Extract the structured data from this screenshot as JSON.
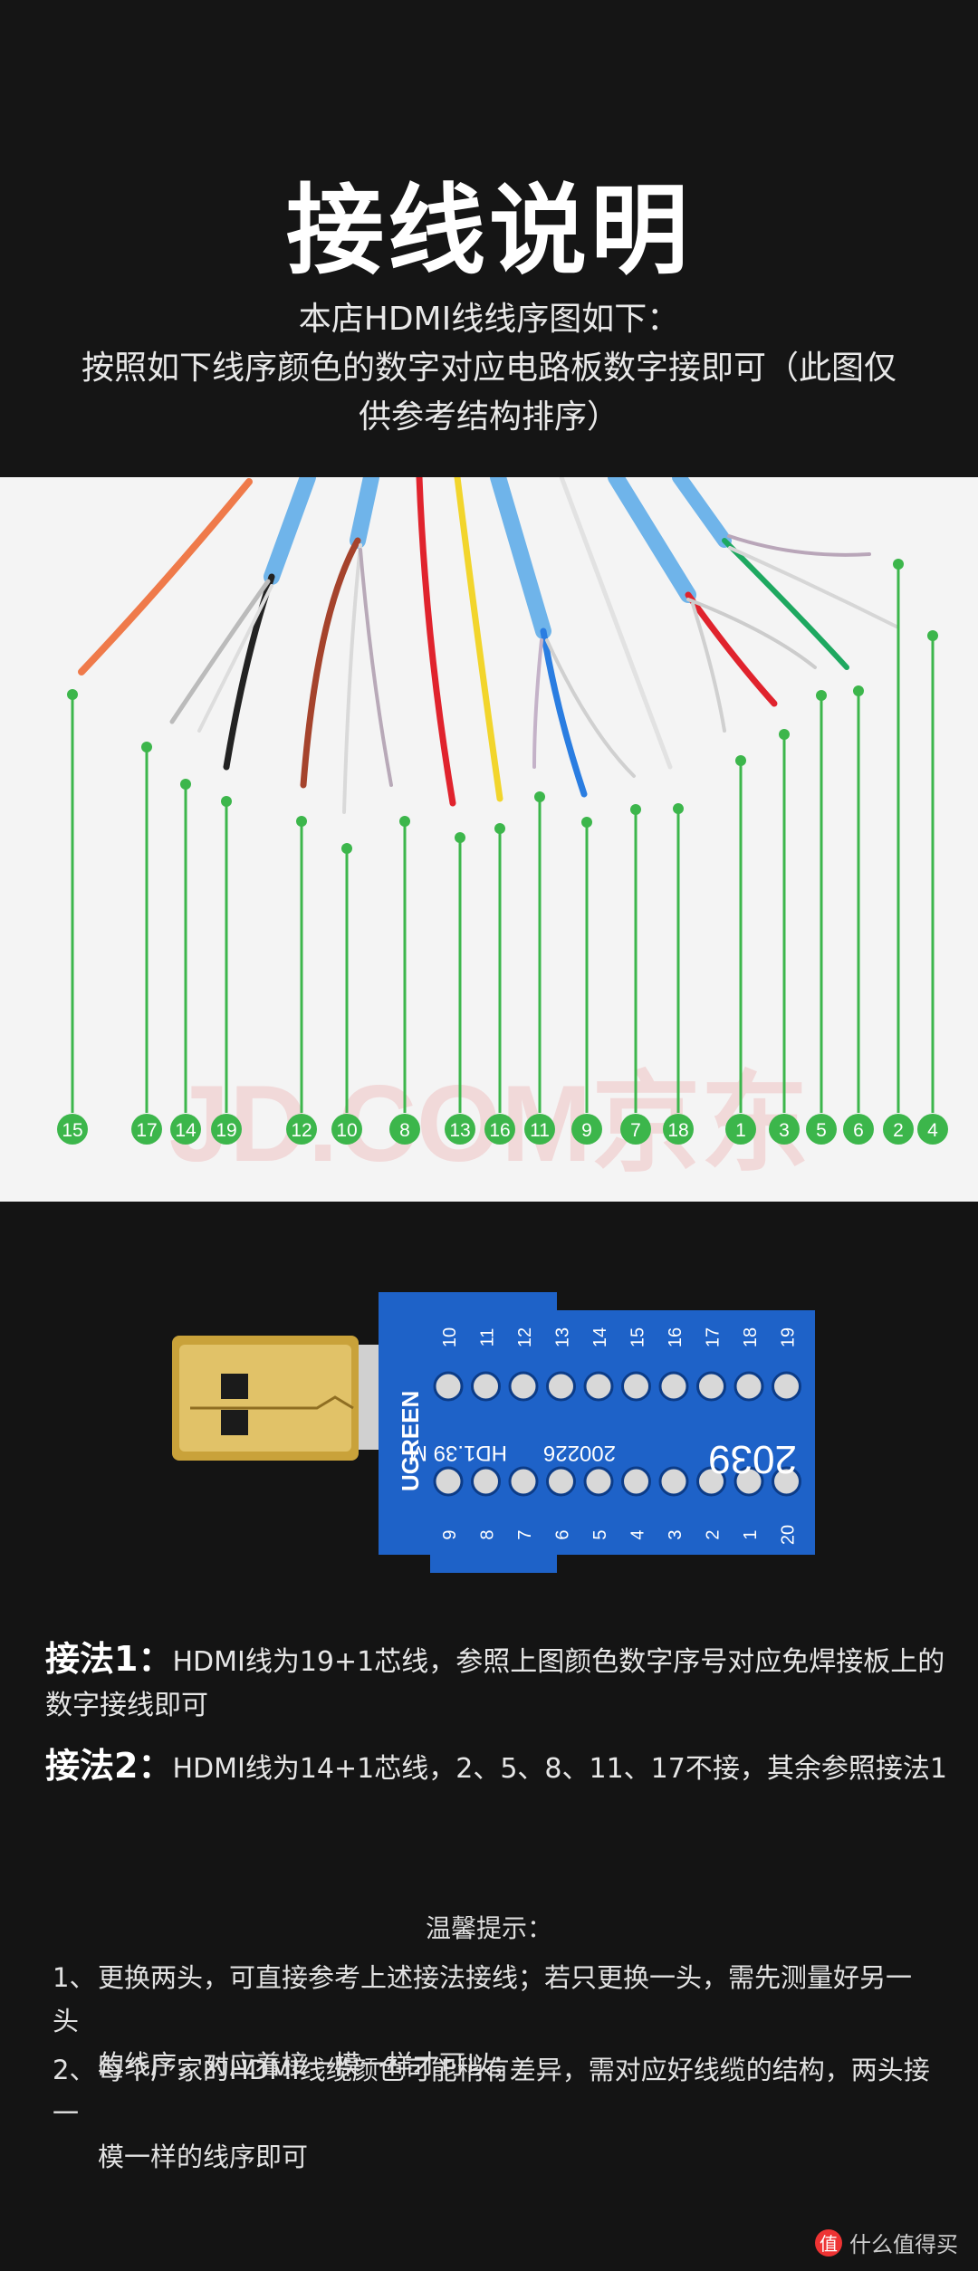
{
  "header": {
    "title": "接线说明",
    "line1": "本店HDMI线线序图如下：",
    "line2": "按照如下线序颜色的数字对应电路板数字接即可（此图仅",
    "line3": "供参考结构排序）"
  },
  "wire_labels": [
    "15",
    "17",
    "14",
    "19",
    "12",
    "10",
    "8",
    "13",
    "16",
    "11",
    "9",
    "7",
    "18",
    "1",
    "3",
    "5",
    "6",
    "2",
    "4"
  ],
  "photo_watermark": "JD.COM京东",
  "pcb": {
    "brand": "UGREEN",
    "model": "HD1.39 M",
    "date": "200226",
    "code": "2039",
    "top_numbers": [
      "10",
      "11",
      "12",
      "13",
      "14",
      "15",
      "16",
      "17",
      "18",
      "19"
    ],
    "bottom_numbers": [
      "9",
      "8",
      "7",
      "6",
      "5",
      "4",
      "3",
      "2",
      "1",
      "20"
    ]
  },
  "methods": [
    {
      "label": "接法1：",
      "text": "HDMI线为19+1芯线，参照上图颜色数字序号对应免焊接板上的",
      "text2": "数字接线即可"
    },
    {
      "label": "接法2：",
      "text": "HDMI线为14+1芯线，2、5、8、11、17不接，其余参照接法1"
    }
  ],
  "tips": {
    "heading": "温馨提示：",
    "items": [
      {
        "num": "1、",
        "line1": "更换两头，可直接参考上述接法接线；若只更换一头，需先测量好另一头",
        "line2": "的线序，对应着接一模一样才可以；"
      },
      {
        "num": "2、",
        "line1": "每个厂家的HDMI线缆颜色可能稍有差异，需对应好线缆的结构，两头接一",
        "line2": "模一样的线序即可"
      }
    ]
  },
  "footer_watermark": {
    "icon": "值",
    "text": "什么值得买"
  },
  "colors": {
    "label_green": "#3cb64b",
    "pcb_blue": "#1e62c8",
    "gold": "#c9a23a"
  }
}
